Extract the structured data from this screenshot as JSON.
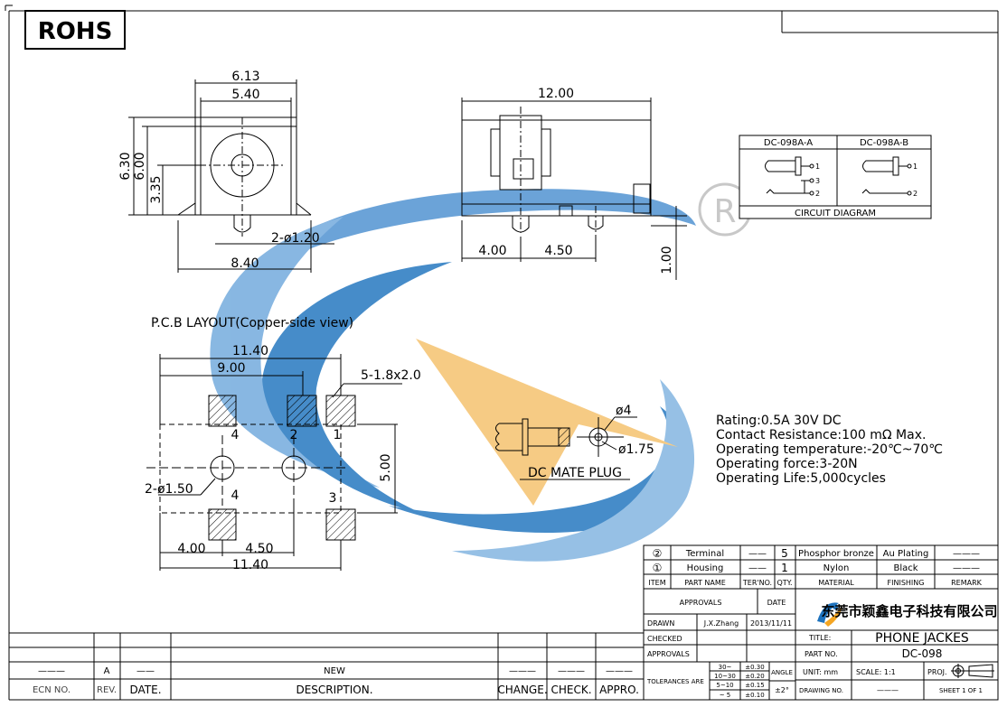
{
  "header": {
    "rohs": "ROHS"
  },
  "watermark": {
    "registered": "®",
    "blue": "#1e73be",
    "orange": "#f5a623"
  },
  "front_view": {
    "width_outer": "6.13",
    "width_inner": "5.40",
    "height_total": "6.30",
    "height_body": "6.00",
    "height_center": "3.35",
    "pin_dia": "2-ø1.20",
    "base_width": "8.40"
  },
  "side_view": {
    "length": "12.00",
    "dim_a": "4.00",
    "dim_b": "4.50",
    "standoff": "1.00"
  },
  "circuit": {
    "col_a": "DC-098A-A",
    "col_b": "DC-098A-B",
    "caption": "CIRCUIT DIAGRAM",
    "pin1": "1",
    "pin2": "2",
    "pin3": "3"
  },
  "pcb": {
    "title": "P.C.B LAYOUT(Copper-side view)",
    "w_total": "11.40",
    "w_inner": "9.00",
    "pad_note": "5-1.8x2.0",
    "height": "5.00",
    "hole": "2-ø1.50",
    "x_a": "4.00",
    "x_b": "4.50",
    "w_bottom": "11.40",
    "pad1": "1",
    "pad2": "2",
    "pad3": "3",
    "pad4_top": "4",
    "pad4_bot": "4"
  },
  "plug": {
    "caption": "DC MATE PLUG",
    "d_outer": "ø4",
    "d_inner": "ø1.75"
  },
  "specs": [
    "Rating:0.5A 30V DC",
    "Contact Resistance:100 mΩ Max.",
    "Operating temperature:-20℃~70℃",
    "Operating force:3-20N",
    "Operating Life:5,000cycles"
  ],
  "bom": {
    "rows": [
      {
        "item": "②",
        "name": "Terminal",
        "ter": "——",
        "qty": "5",
        "material": "Phosphor bronze",
        "finish": "Au Plating",
        "remark": "———"
      },
      {
        "item": "①",
        "name": "Housing",
        "ter": "——",
        "qty": "1",
        "material": "Nylon",
        "finish": "Black",
        "remark": "———"
      }
    ],
    "header": {
      "item": "ITEM",
      "name": "PART NAME",
      "ter": "TER'NO.",
      "qty": "QTY.",
      "material": "MATERIAL",
      "finish": "FINISHING",
      "remark": "REMARK"
    }
  },
  "title_block": {
    "approvals": "APPROVALS",
    "date": "DATE",
    "drawn": "DRAWN",
    "drawn_by": "J.X.Zhang",
    "drawn_date": "2013/11/11",
    "checked": "CHECKED",
    "approvals2": "APPROVALS",
    "company": "东莞市颖鑫电子科技有限公司",
    "title_label": "TITLE:",
    "title": "PHONE JACKES",
    "part_label": "PART NO.",
    "part_no": "DC-098",
    "tol_label": "TOLERANCES ARE",
    "tol_ranges": [
      "30~",
      "10~30",
      "5~10",
      "~ 5"
    ],
    "tol_values": [
      "±0.30",
      "±0.20",
      "±0.15",
      "±0.10"
    ],
    "angle_label": "ANGLE",
    "angle_value": "±2°",
    "unit": "UNIT: mm",
    "scale": "SCALE:  1:1",
    "proj": "PROJ.",
    "drawing_no": "DRAWING NO.",
    "drawing_no_value": "———",
    "sheet": "SHEET  1  OF  1"
  },
  "revision": {
    "labels": {
      "ecn": "ECN NO.",
      "rev": "REV.",
      "date": "DATE.",
      "desc": "DESCRIPTION.",
      "change": "CHANGE.",
      "check": "CHECK.",
      "appro": "APPRO."
    },
    "entry": {
      "ecn": "———",
      "rev": "A",
      "date": "——",
      "desc": "NEW",
      "change": "———",
      "check": "———",
      "appro": "———"
    }
  }
}
